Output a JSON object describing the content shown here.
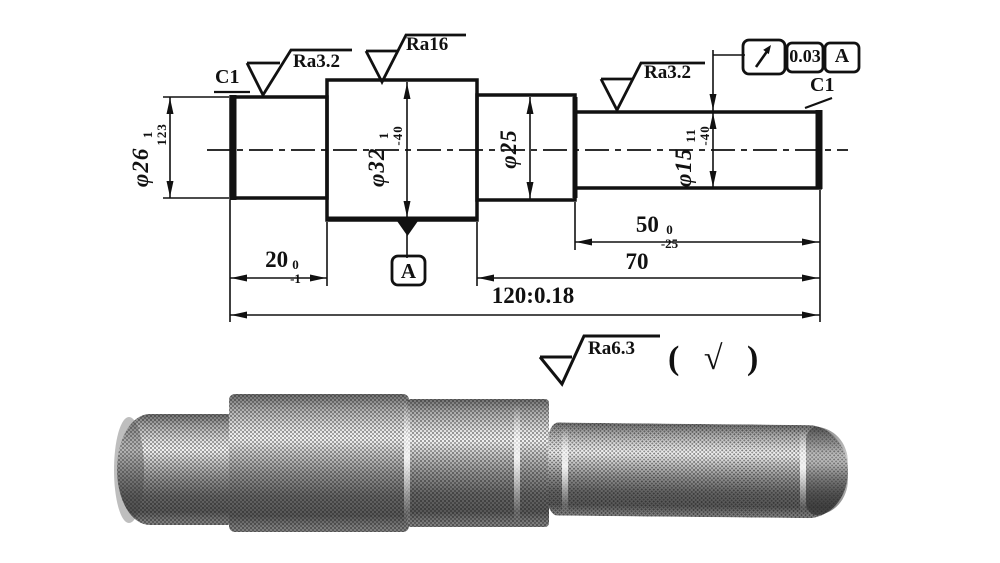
{
  "title": "stepped-shaft-technical-drawing",
  "colors": {
    "line": "#111111",
    "background": "#ffffff"
  },
  "surface_finish": {
    "left": "Ra3.2",
    "middle": "Ra16",
    "right": "Ra3.2",
    "general": "Ra6.3",
    "other_note": "( √ )"
  },
  "chamfer": {
    "left": "C1",
    "right": "C1"
  },
  "dims": {
    "d26": {
      "label": "φ26",
      "sup": "1",
      "sub": "123"
    },
    "d32": {
      "label": "φ32",
      "sup": "1",
      "sub": "-40"
    },
    "d25": {
      "label": "φ25",
      "sup": "",
      "sub": ""
    },
    "d15": {
      "label": "φ15",
      "sup": "11",
      "sub": "-40"
    },
    "len20": {
      "label": "20",
      "sup": "0",
      "sub": "-1"
    },
    "len50": {
      "label": "50",
      "sup": "0",
      "sub": "-25"
    },
    "len70": {
      "label": "70",
      "sup": "",
      "sub": ""
    },
    "len120": {
      "label": "120:0.18",
      "sup": "",
      "sub": ""
    }
  },
  "feature_control_frame": {
    "symbol": "circular-runout",
    "tolerance": "0.03",
    "datum": "A"
  },
  "datum": {
    "label": "A"
  }
}
